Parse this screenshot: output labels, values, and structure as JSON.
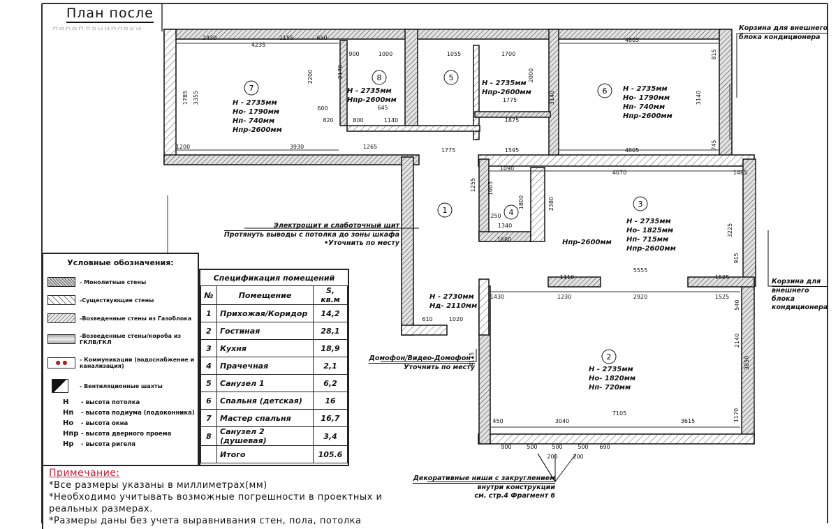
{
  "title": {
    "line1": "План после",
    "line2": "перепланировки"
  },
  "rooms": {
    "r7": {
      "num": "7",
      "lines": [
        "H -  2735мм",
        "Но- 1790мм",
        "Нп- 740мм",
        "Нпр-2600мм"
      ]
    },
    "r8": {
      "num": "8",
      "lines": [
        "H - 2735мм",
        "Нпр-2600мм"
      ]
    },
    "r5": {
      "num": "5"
    },
    "closet": {
      "lines": [
        "H -  2735мм",
        "Нпр-2600мм"
      ]
    },
    "r6": {
      "num": "6",
      "lines": [
        "H -  2735мм",
        "Но- 1790мм",
        "Нп- 740мм",
        "Нпр-2600мм"
      ]
    },
    "r1": {
      "num": "1"
    },
    "r4": {
      "num": "4"
    },
    "r3": {
      "num": "3",
      "lines": [
        "H -  2735мм",
        "Но- 1825мм",
        "Нп- 715мм",
        "Нпр-2600мм"
      ]
    },
    "r3_door": "Нпр-2600мм",
    "vestibule": {
      "lines": [
        "H -  2730мм",
        "Нд- 2110мм"
      ]
    },
    "r2": {
      "num": "2",
      "lines": [
        "H -  2735мм",
        "Но- 1820мм",
        "Нп- 720мм"
      ]
    }
  },
  "dims": [
    "2430",
    "1155",
    "650",
    "4235",
    "3355",
    "1785",
    "1200",
    "3930",
    "2200",
    "600",
    "820",
    "2170",
    "900",
    "1000",
    "800",
    "1140",
    "645",
    "1265",
    "1775",
    "1595",
    "4805",
    "4805",
    "1055",
    "1700",
    "1875",
    "1775",
    "2000",
    "3140",
    "3140",
    "4070",
    "1485",
    "1090",
    "1340",
    "1680",
    "1800",
    "2380",
    "3225",
    "5555",
    "1110",
    "1430",
    "1230",
    "2920",
    "1525",
    "1525",
    "610",
    "1020",
    "4115",
    "3850",
    "7105",
    "450",
    "3040",
    "3615",
    "900",
    "500",
    "500",
    "500",
    "690",
    "200",
    "200",
    "1255",
    "1005",
    "250",
    "915",
    "540",
    "2140",
    "1170",
    "815",
    "745"
  ],
  "annotations": {
    "ac_top": [
      "Корзина для внешнего",
      "блока кондиционера"
    ],
    "ac_right": [
      "Корзина для",
      "внешнего",
      "блока",
      "кондиционера"
    ],
    "panel": [
      "Электрощит и слаботочный щит",
      "Протянуть выводы с потолка до зоны шкафа",
      "•Уточнить по месту"
    ],
    "intercom": [
      "Домофон/Видео-Домофон•",
      "Уточнить по месту"
    ],
    "niches": [
      "Декоративные ниши с закруглением",
      "внутри конструкции",
      "см. стр.4 Фрагмент 6"
    ]
  },
  "legend": {
    "title": "Условные обозначения:",
    "items": [
      {
        "label": "- Монолитные стены"
      },
      {
        "label": "-Существующие стены"
      },
      {
        "label": "-Возведенные стены из Газоблока"
      },
      {
        "label": "-Возведенные стены/короба из ГКЛВ/ГКЛ"
      },
      {
        "label": "- Коммуникации (водоснабжение и канализация)"
      },
      {
        "label": "- Вентиляционные шахты"
      }
    ],
    "abbr": [
      {
        "k": "H",
        "v": "- высота потолка"
      },
      {
        "k": "Нп",
        "v": "- высота подиума (подоконника)"
      },
      {
        "k": "Но",
        "v": "- высота окна"
      },
      {
        "k": "Нпр",
        "v": "- высота дверного проема"
      },
      {
        "k": "Нр",
        "v": "- высота ригеля"
      }
    ]
  },
  "spec": {
    "caption": "Спецификация помещений",
    "headers": [
      "№",
      "Помещение",
      "S, кв.м"
    ],
    "rows": [
      [
        "1",
        "Прихожая/Коридор",
        "14,2"
      ],
      [
        "2",
        "Гостиная",
        "28,1"
      ],
      [
        "3",
        "Кухня",
        "18,9"
      ],
      [
        "4",
        "Прачечная",
        "2,1"
      ],
      [
        "5",
        "Санузел 1",
        "6,2"
      ],
      [
        "6",
        "Спальня (детская)",
        "16"
      ],
      [
        "7",
        "Мастер спальня",
        "16,7"
      ],
      [
        "8",
        "Санузел 2 (душевая)",
        "3,4"
      ]
    ],
    "total": [
      "",
      "Итого",
      "105.6"
    ]
  },
  "notes": {
    "heading": "Примечание:",
    "items": [
      "*Все размеры указаны в миллиметрах(мм)",
      "*Необходимо учитывать возможные погрешности в проектных и реальных размерах.",
      "*Размеры даны без учета выравнивания стен, пола, потолка"
    ]
  },
  "colors": {
    "note_heading": "#c0203a",
    "wall_fill": "#d8d8d8",
    "line": "#111111"
  }
}
